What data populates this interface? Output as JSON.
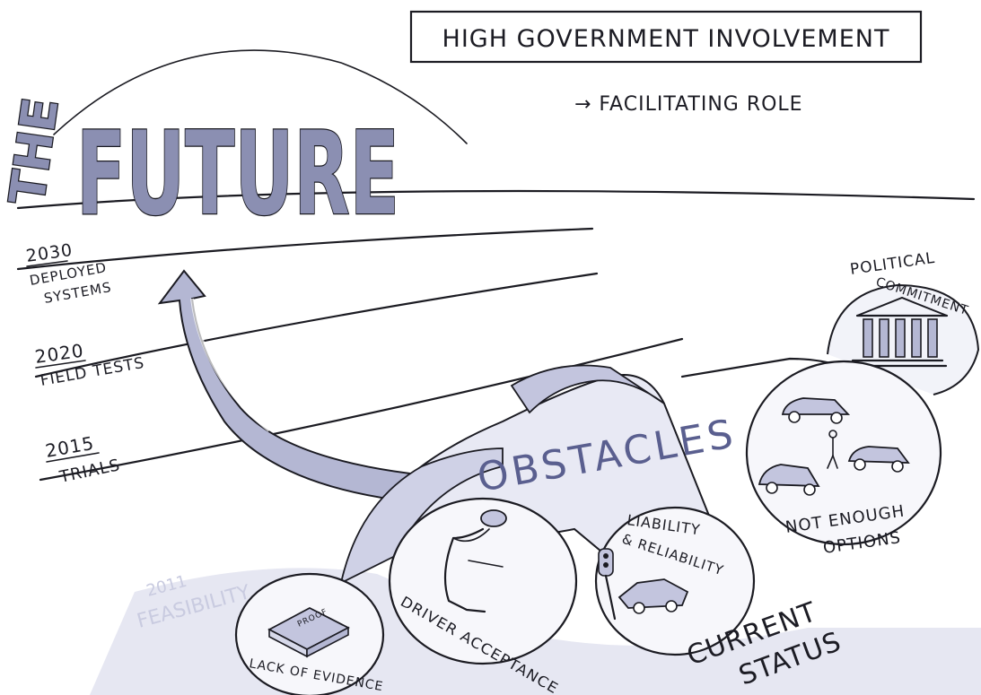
{
  "header": {
    "title": "HIGH GOVERNMENT INVOLVEMENT",
    "subtitle": "→ FACILITATING ROLE"
  },
  "headline": {
    "the": "THE",
    "future": "FUTURE"
  },
  "timeline": [
    {
      "year": "2030",
      "label_line1": "DEPLOYED",
      "label_line2": "SYSTEMS"
    },
    {
      "year": "2020",
      "label_line1": "FIELD TESTS",
      "label_line2": ""
    },
    {
      "year": "2015",
      "label_line1": "TRIALS",
      "label_line2": ""
    }
  ],
  "ghost": {
    "year": "2011",
    "label": "FEASIBILITY"
  },
  "obstacles_label": "OBSTACLES",
  "bubbles": {
    "lack_of_evidence": {
      "label": "LACK OF EVIDENCE",
      "book_text": "PROOF"
    },
    "driver_acceptance": {
      "label": "DRIVER ACCEPTANCE"
    },
    "liability": {
      "line1": "LIABILITY",
      "line2": "& RELIABILITY"
    },
    "not_enough_options": {
      "line1": "NOT ENOUGH",
      "line2": "OPTIONS"
    },
    "political_commitment": {
      "line1": "POLITICAL",
      "line2": "COMMITMENT"
    }
  },
  "current_status": {
    "line1": "CURRENT",
    "line2": "STATUS"
  },
  "colors": {
    "ink": "#1b1b22",
    "accent_blue": "#8b8fb2",
    "shade_light": "#d7d9ea",
    "shade_mid": "#b4b7d3"
  }
}
